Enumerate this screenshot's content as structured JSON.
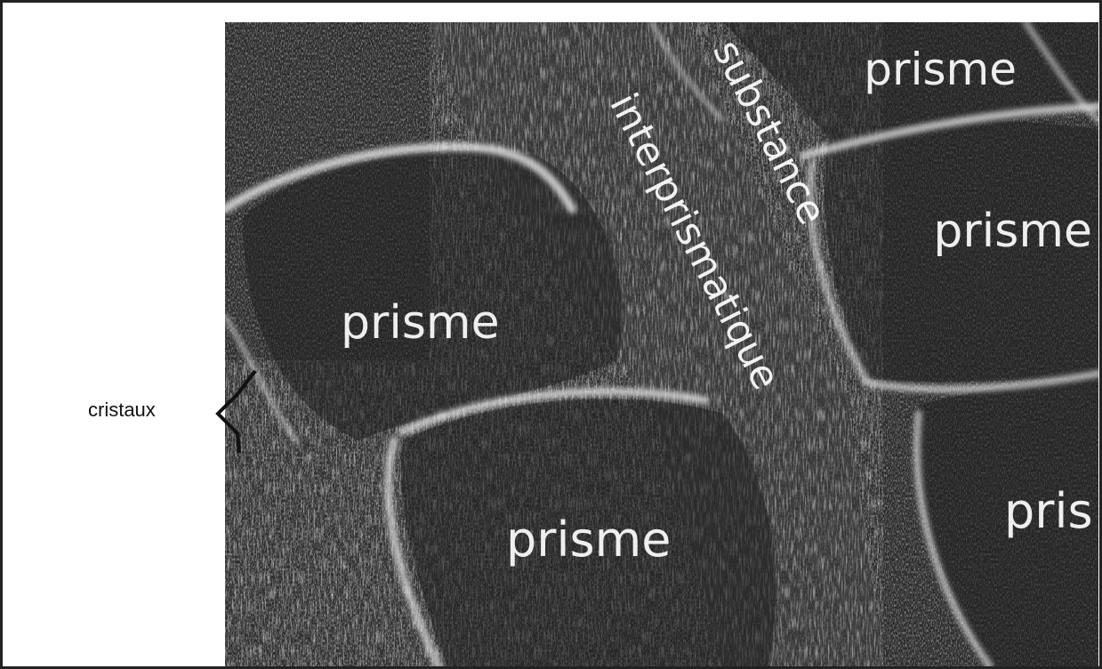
{
  "figure": {
    "crystal_label": "cristaux",
    "prism_labels": [
      "prisme",
      "prisme",
      "prisme",
      "prisme",
      "pris"
    ],
    "interprism_line1": "substance",
    "interprism_line2": "interprismatique",
    "colors": {
      "background": "#ffffff",
      "frame": "#222222",
      "micrograph_dark": "#262626",
      "boundary_light": "#e8e8e8",
      "label_text": "#ffffff"
    }
  }
}
